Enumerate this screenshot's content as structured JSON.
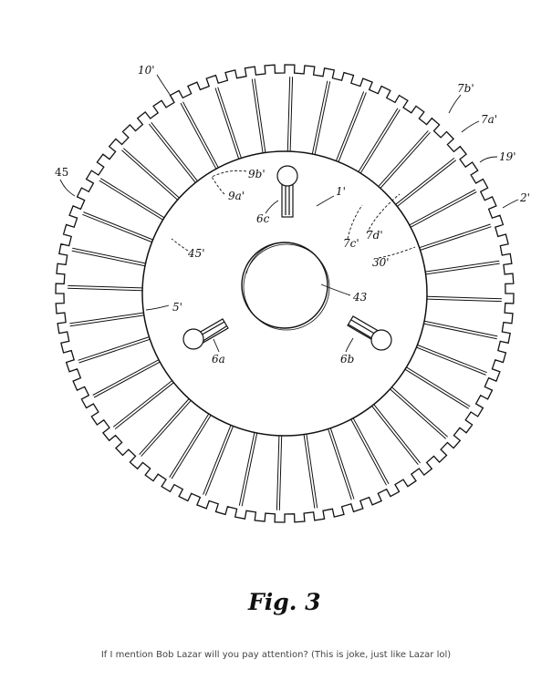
{
  "figure": {
    "title": "Fig. 3",
    "labels": {
      "ref_10p": "10'",
      "ref_7bp": "7b'",
      "ref_7ap": "7a'",
      "ref_19p": "19'",
      "ref_2p": "2'",
      "ref_45": "45",
      "ref_9bp": "9b'",
      "ref_9ap": "9a'",
      "ref_1p": "1'",
      "ref_6c": "6c",
      "ref_7cp": "7c'",
      "ref_7dp": "7d'",
      "ref_45p": "45'",
      "ref_30p": "30'",
      "ref_43": "43",
      "ref_5p": "5'",
      "ref_6a": "6a",
      "ref_6b": "6b"
    }
  },
  "caption": "If I mention Bob Lazar will you pay attention? (This is joke, just like Lazar lol)"
}
